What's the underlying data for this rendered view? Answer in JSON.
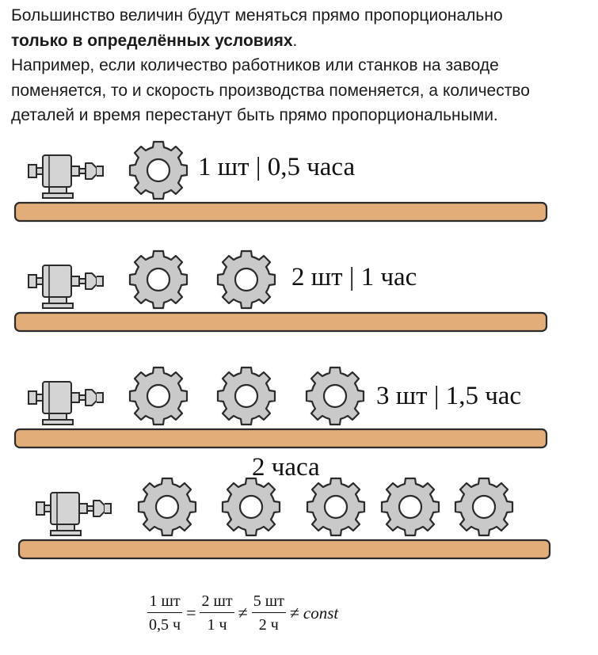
{
  "intro": {
    "line1": "Большинство величин будут меняться прямо пропорционально",
    "line2_bold": "только в определённых условиях",
    "line2_end": ".",
    "line3": "Например, если количество работников или станков на заводе поменяется, то и скорость производства поменяется, а количество деталей и время перестанут быть прямо пропорциональными."
  },
  "rows": [
    {
      "label": "1 шт | 0,5 часа",
      "gears": 1
    },
    {
      "label": "2 шт | 1 час",
      "gears": 2
    },
    {
      "label": "3 шт | 1,5 час",
      "gears": 3
    },
    {
      "label": "2 часа",
      "gears": 5
    }
  ],
  "formula": {
    "f1_num": "1 шт",
    "f1_den": "0,5 ч",
    "eq": "=",
    "f2_num": "2 шт",
    "f2_den": "1 ч",
    "neq1": "≠",
    "f3_num": "5 шт",
    "f3_den": "2 ч",
    "neq2": "≠",
    "const": "const"
  },
  "colors": {
    "belt": "#E3AD7A",
    "belt_stroke": "#2b2b2b",
    "gear": "#C9C9C9",
    "machine": "#D4D4D4"
  }
}
